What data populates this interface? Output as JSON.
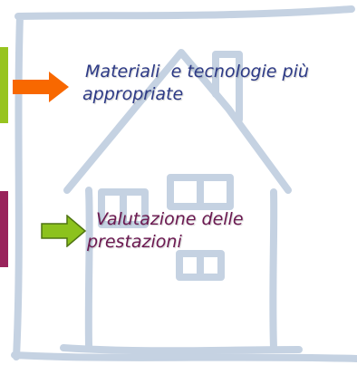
{
  "slide": {
    "items": [
      {
        "line1": " Materiali  e tecnologie più",
        "line2": "appropriate",
        "text_color": "#2d3a86",
        "arrow_color": "#f86800",
        "side_bar_color": "#97c41f",
        "arrow_icon": "arrow-right-icon"
      },
      {
        "line1": " Valutazione delle",
        "line2": "prestazioni",
        "text_color": "#6b1850",
        "arrow_color": "#8cc21d",
        "side_bar_color": "#99235b",
        "arrow_icon": "arrow-right-icon"
      }
    ],
    "background_sketch": {
      "icon": "house-sketch-icon",
      "stroke_color": "#c5d2e2",
      "paper_color": "#ffffff"
    }
  }
}
